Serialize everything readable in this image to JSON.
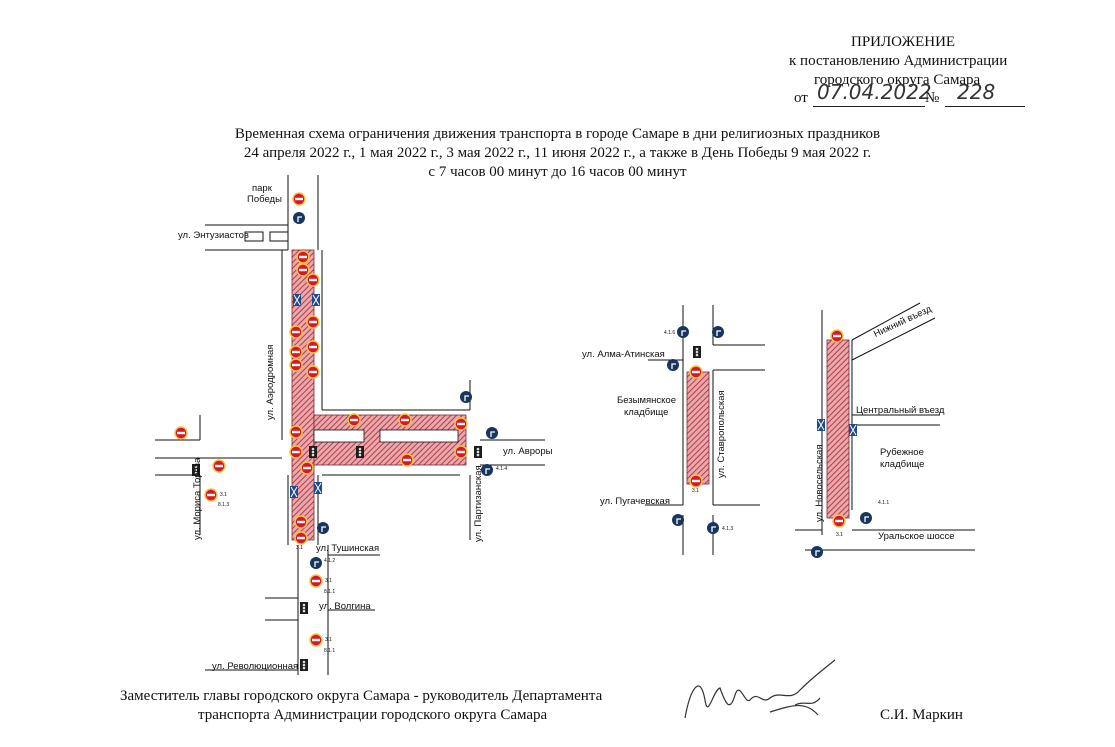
{
  "header": {
    "line1": "ПРИЛОЖЕНИЕ",
    "line2": "к постановлению Администрации",
    "line3": "городского округа Самара",
    "from_prefix": "от",
    "date": "07.04.2022",
    "number_prefix": "№",
    "number": "228"
  },
  "title": {
    "line1": "Временная схема ограничения движения транспорта в городе Самаре в дни религиозных праздников",
    "line2": "24 апреля 2022 г., 1 мая 2022 г., 3 мая 2022 г., 11 июня 2022 г., а также в День Победы  9 мая 2022 г.",
    "line3": "с 7 часов 00 минут до 16 часов 00 минут"
  },
  "map": {
    "park_l1": "парк",
    "park_l2": "Победы",
    "ul_entuziastov": "ул. Энтузиастов",
    "ul_aerodromnaya": "ул. Аэродромная",
    "ul_moris_toreza": "ул. Мориса Тореза",
    "ul_avrory": "ул. Авроры",
    "ul_partizanskaya": "ул. Партизанская",
    "ul_tushinskaya": "ул. Тушинская",
    "ul_volgina": "ул. Волгина",
    "ul_revolyutsionnaya": "ул. Революционная",
    "ul_alma_atinskaya": "ул. Алма-Атинская",
    "bezymyanskoe_l1": "Безымянское",
    "bezymyanskoe_l2": "кладбище",
    "ul_stavropolskaya": "ул. Ставропольская",
    "ul_pugachevskaya": "ул. Пугачевская",
    "nizhniy_vezd": "Нижний въезд",
    "tsentralny_vezd": "Центральный въезд",
    "rubezhnoe_l1": "Рубежное",
    "rubezhnoe_l2": "кладбище",
    "ul_novoselskaya": "ул. Новосельская",
    "uralskoe_shosse": "Уральское шоссе",
    "sign_31": "3.1",
    "sign_311": "8.1.1",
    "sign_813": "8.1.3",
    "sign_412": "4.1.2",
    "sign_413": "4.1.3",
    "sign_414": "4.1.4",
    "sign_416": "4.1.6",
    "sign_411": "4.1.1"
  },
  "footer": {
    "line1": "Заместитель главы городского округа Самара - руководитель Департамента",
    "line2": "транспорта Администрации городского округа Самара",
    "signer": "С.И. Маркин"
  },
  "colors": {
    "restricted_zone": "#b83a45",
    "no_entry_red": "#d8182a",
    "blue_sign": "#17355e"
  }
}
